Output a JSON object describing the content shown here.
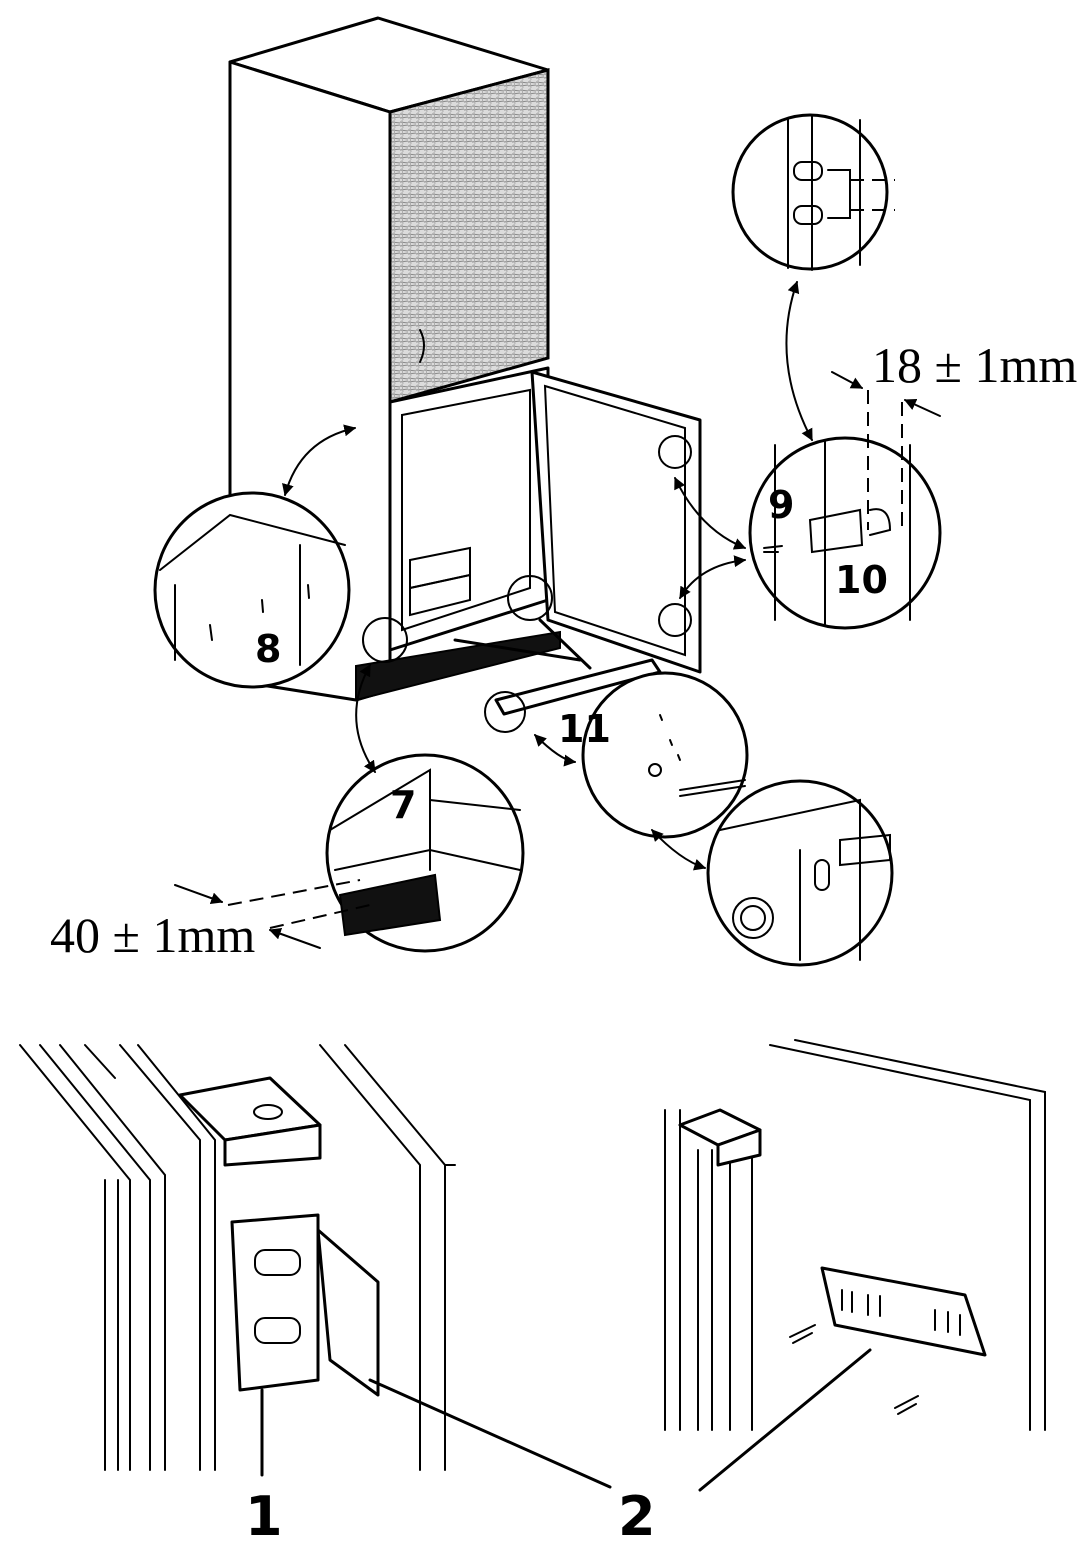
{
  "labels": {
    "c1": "1",
    "c2": "2",
    "c7": "7",
    "c8": "8",
    "c9": "9",
    "c10": "10",
    "c11": "11"
  },
  "dimensions": {
    "door_gap": "18 ± 1mm",
    "plinth_gap": "40 ± 1mm"
  },
  "colors": {
    "ink": "#000000",
    "background": "#ffffff",
    "door_texture": "#d9d9d9"
  }
}
